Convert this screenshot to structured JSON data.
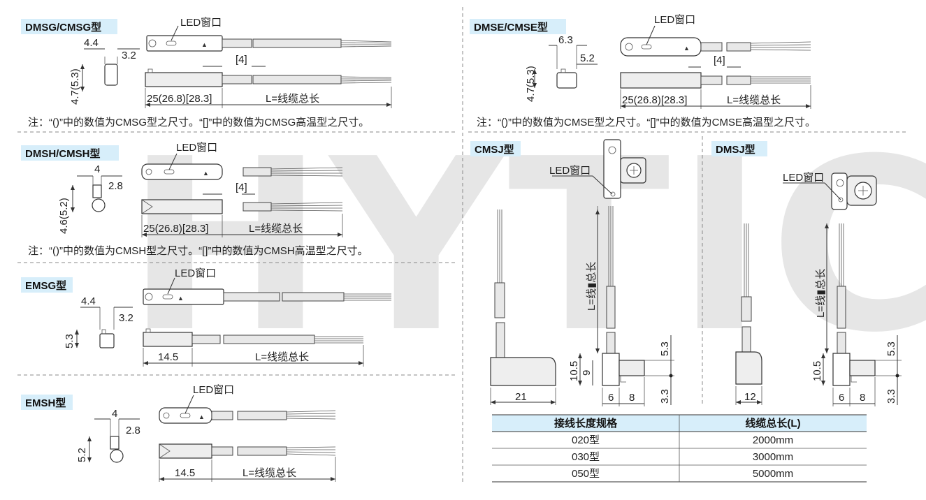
{
  "watermark": "HYTIC",
  "led_label": "LED窗口",
  "cable_label": "L=线缆总长",
  "cable_label_vertical": "L=线▮总长",
  "models": {
    "dmsg": {
      "tag": "DMSG/CMSG型",
      "dims": {
        "w": "4.4",
        "t": "3.2",
        "h": "4.7(5.3)",
        "gap": "[4]",
        "len": "25(26.8)[28.3]"
      },
      "note": "注：“()”中的数值为CMSG型之尺寸。“[]”中的数值为CMSG高温型之尺寸。"
    },
    "dmsh": {
      "tag": "DMSH/CMSH型",
      "dims": {
        "w": "4",
        "t": "2.8",
        "h": "4.6(5.2)",
        "gap": "[4]",
        "len": "25(26.8)[28.3]"
      },
      "note": "注：“()”中的数值为CMSH型之尺寸。“[]”中的数值为CMSH高温型之尺寸。"
    },
    "emsg": {
      "tag": "EMSG型",
      "dims": {
        "w": "4.4",
        "t": "3.2",
        "h": "5.3",
        "len": "14.5"
      }
    },
    "emsh": {
      "tag": "EMSH型",
      "dims": {
        "w": "4",
        "t": "2.8",
        "h": "5.2",
        "len": "14.5"
      }
    },
    "dmse": {
      "tag": "DMSE/CMSE型",
      "dims": {
        "w": "6.3",
        "t": "5.2",
        "h": "4.7(5.3)",
        "gap": "[4]",
        "len": "25(26.8)[28.3]"
      },
      "note": "注：“()”中的数值为CMSE型之尺寸。“[]”中的数值为CMSE高温型之尺寸。"
    },
    "cmsj": {
      "tag": "CMSJ型",
      "dims": {
        "base": "21",
        "h1": "10.5",
        "h2": "9",
        "a": "6",
        "b": "8",
        "top": "5.3",
        "bot": "3.3"
      }
    },
    "dmsj": {
      "tag": "DMSJ型",
      "dims": {
        "base": "12",
        "h1": "10.5",
        "a": "6",
        "b": "8",
        "top": "5.3",
        "bot": "3.3"
      }
    }
  },
  "table": {
    "headers": [
      "接线长度规格",
      "线缆总长(L)"
    ],
    "rows": [
      [
        "020型",
        "2000mm"
      ],
      [
        "030型",
        "3000mm"
      ],
      [
        "050型",
        "5000mm"
      ]
    ]
  }
}
